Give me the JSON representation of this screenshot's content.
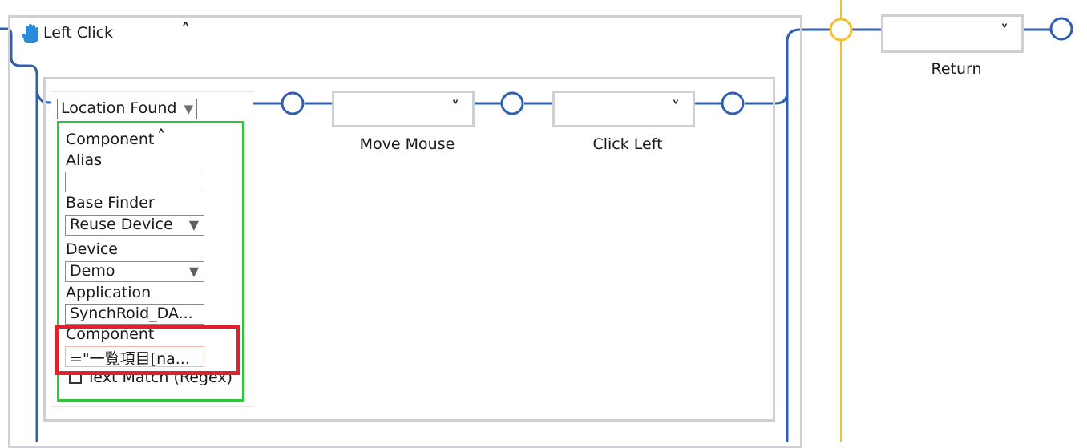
{
  "left_click": {
    "title": "Left Click",
    "icon": "hand-icon",
    "collapse_icon": "chevron-up-icon"
  },
  "location": {
    "selector_label": "Location Found",
    "selector_icon": "triangle-down-icon"
  },
  "component_panel": {
    "heading": "Component",
    "heading_icon": "chevron-up-icon",
    "alias_label": "Alias",
    "alias_value": "",
    "base_finder_label": "Base Finder",
    "base_finder_value": "Reuse Device",
    "device_label": "Device",
    "device_value": "Demo",
    "application_label": "Application",
    "application_value": "SynchRoid_DA...",
    "component_label": "Component",
    "component_value": "=\"一覧項目[na...",
    "text_match_label": "Text Match (Regex)"
  },
  "steps": {
    "move_mouse": "Move Mouse",
    "click_left": "Click Left",
    "return": "Return"
  },
  "colors": {
    "wire": "#2f5fb3",
    "yellow_wire": "#f0c030",
    "panel_border": "#cfd0d6",
    "green_frame": "#2ec43c",
    "highlight": "#e0202a"
  }
}
